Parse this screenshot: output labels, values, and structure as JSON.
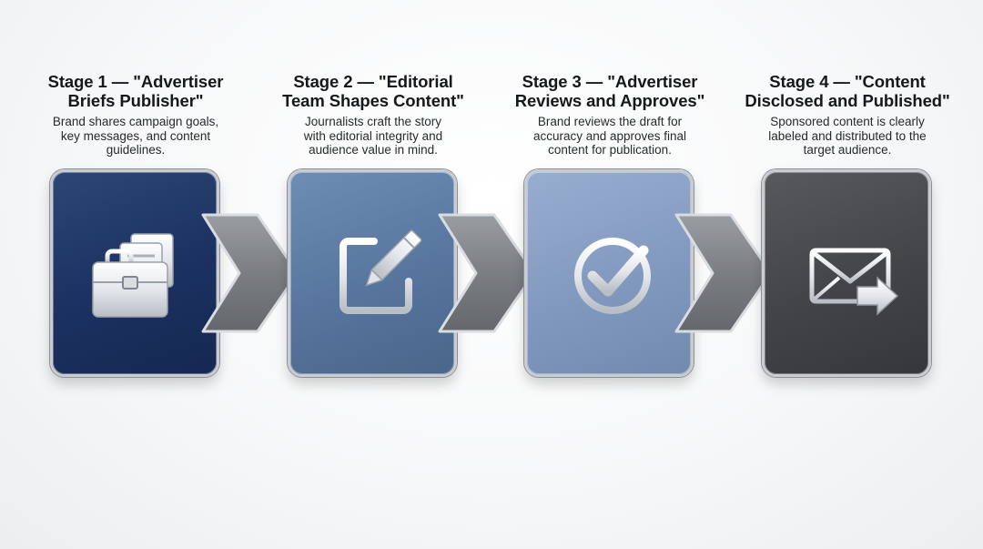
{
  "stages": [
    {
      "title_line1": "Stage 1 — \"Advertiser",
      "title_line2": "Briefs Publisher\"",
      "desc_lines": [
        "Brand shares campaign goals,",
        "key messages, and content",
        "guidelines."
      ],
      "icon": "briefcase-documents-icon"
    },
    {
      "title_line1": "Stage 2 — \"Editorial",
      "title_line2": "Team Shapes Content\"",
      "desc_lines": [
        "Journalists craft the story",
        "with editorial integrity and",
        "audience value in mind."
      ],
      "icon": "pencil-square-icon"
    },
    {
      "title_line1": "Stage 3 — \"Advertiser",
      "title_line2": "Reviews and Approves\"",
      "desc_lines": [
        "Brand reviews the draft for",
        "accuracy and approves final",
        "content for publication."
      ],
      "icon": "checkmark-circle-icon"
    },
    {
      "title_line1": "Stage 4 — \"Content",
      "title_line2": "Disclosed and Published\"",
      "desc_lines": [
        "Sponsored content is clearly",
        "labeled and distributed to the",
        "target audience."
      ],
      "icon": "envelope-send-icon"
    }
  ],
  "colors": {
    "stage1": "#1b3160",
    "stage2": "#57759e",
    "stage3": "#8299bf",
    "stage4": "#434448",
    "arrow": "#7b7e83",
    "title_text": "#16181c",
    "desc_text": "#26292e"
  }
}
